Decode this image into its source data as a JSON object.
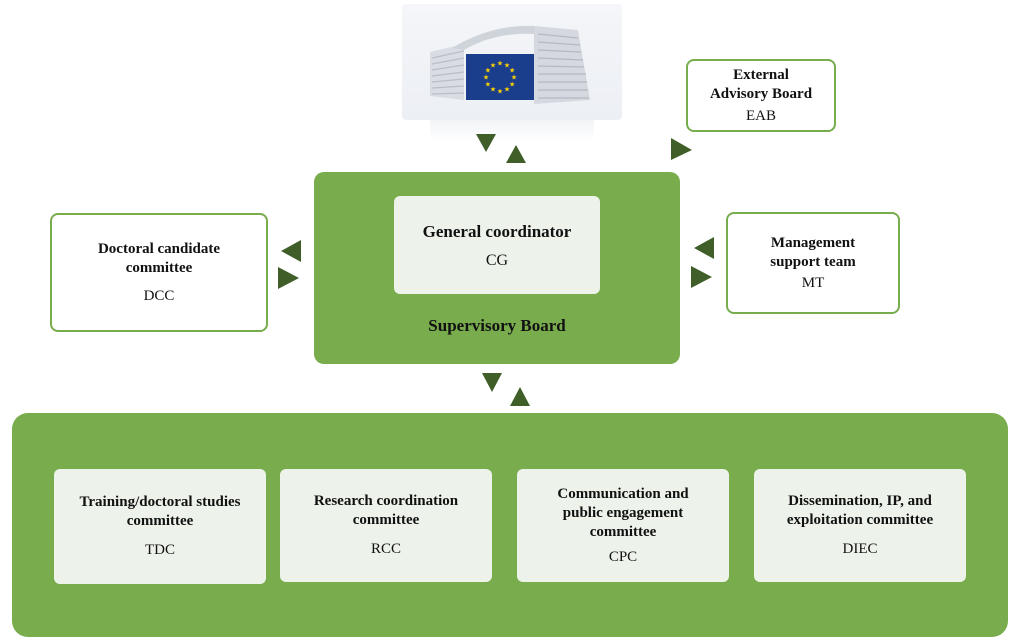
{
  "colors": {
    "green": "#78ac4c",
    "pale_box": "#edf3ea",
    "arrow": "#3f5e28",
    "eu_blue": "#1a3e8c",
    "eu_star": "#ffd200"
  },
  "logo": {
    "icon": "eu-commission-building-logo"
  },
  "external_board": {
    "title_line1": "External",
    "title_line2": "Advisory Board",
    "abbr": "EAB"
  },
  "doctoral_candidate": {
    "title_line1": "Doctoral candidate",
    "title_line2": "committee",
    "abbr": "DCC"
  },
  "management": {
    "title_line1": "Management",
    "title_line2": "support team",
    "abbr": "MT"
  },
  "supervisory": {
    "general_title": "General coordinator",
    "general_abbr": "CG",
    "label": "Supervisory Board"
  },
  "committees": [
    {
      "line1": "Training/doctoral studies",
      "line2": "committee",
      "line3": "",
      "abbr": "TDC"
    },
    {
      "line1": "Research coordination",
      "line2": "committee",
      "line3": "",
      "abbr": "RCC"
    },
    {
      "line1": "Communication and",
      "line2": "public engagement",
      "line3": "committee",
      "abbr": "CPC"
    },
    {
      "line1": "Dissemination, IP, and",
      "line2": "exploitation committee",
      "line3": "",
      "abbr": "DIEC"
    }
  ]
}
